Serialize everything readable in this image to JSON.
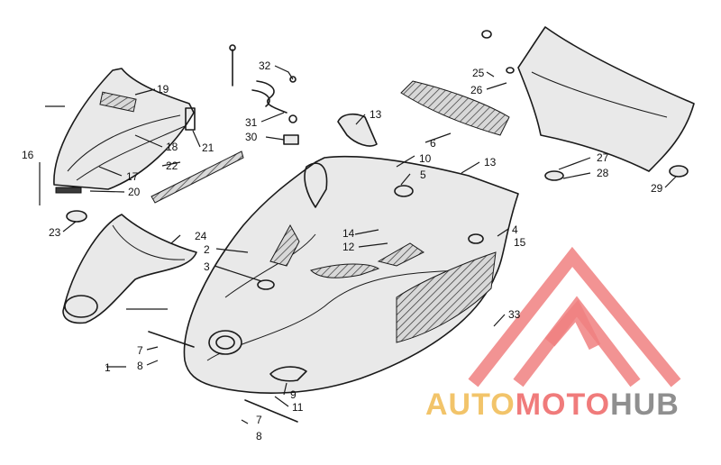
{
  "watermark": {
    "brand_part1": "AUTO",
    "brand_part2": "MOTO",
    "brand_part3": "HUB",
    "colors": {
      "gold": "#f2c46a",
      "red": "#f07b7b",
      "gray": "#8f8f8f"
    }
  },
  "callouts": {
    "c1": "1",
    "c2": "2",
    "c3": "3",
    "c4": "4",
    "c5": "5",
    "c6": "6",
    "c7a": "7",
    "c7b": "7",
    "c8a": "8",
    "c8b": "8",
    "c9": "9",
    "c10": "10",
    "c11": "11",
    "c12": "12",
    "c13a": "13",
    "c13b": "13",
    "c14": "14",
    "c15": "15",
    "c16": "16",
    "c17": "17",
    "c18": "18",
    "c19": "19",
    "c20": "20",
    "c21": "21",
    "c22": "22",
    "c23": "23",
    "c24": "24",
    "c25": "25",
    "c26": "26",
    "c27": "27",
    "c28": "28",
    "c29": "29",
    "c30": "30",
    "c31": "31",
    "c32": "32",
    "c33": "33"
  }
}
